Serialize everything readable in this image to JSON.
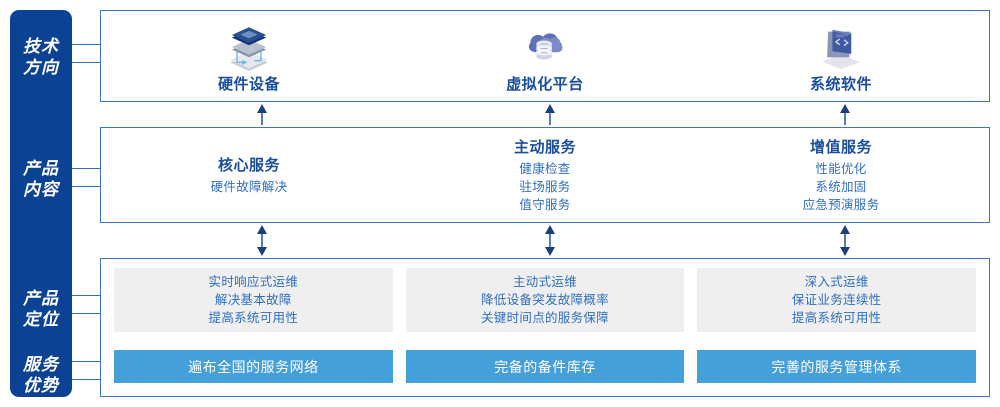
{
  "rail": {
    "items": [
      {
        "name": "tech-direction",
        "line1": "技术",
        "line2": "方向"
      },
      {
        "name": "product-content",
        "line1": "产品",
        "line2": "内容"
      },
      {
        "name": "product-position",
        "line1": "产品",
        "line2": "定位"
      },
      {
        "name": "service-advantage",
        "line1": "服务",
        "line2": "优势"
      }
    ]
  },
  "tech_row": {
    "columns": [
      {
        "icon": "server-stack-icon",
        "label": "硬件设备"
      },
      {
        "icon": "cloud-database-icon",
        "label": "虚拟化平台"
      },
      {
        "icon": "laptop-code-icon",
        "label": "系统软件"
      }
    ]
  },
  "content_row": {
    "columns": [
      {
        "title": "核心服务",
        "items": [
          "硬件故障解决"
        ]
      },
      {
        "title": "主动服务",
        "items": [
          "健康检查",
          "驻场服务",
          "值守服务"
        ]
      },
      {
        "title": "增值服务",
        "items": [
          "性能优化",
          "系统加固",
          "应急预演服务"
        ]
      }
    ]
  },
  "bottom_row": {
    "cards": [
      {
        "lines": [
          "实时响应式运维",
          "解决基本故障",
          "提高系统可用性"
        ]
      },
      {
        "lines": [
          "主动式运维",
          "降低设备突发故障概率",
          "关键时间点的服务保障"
        ]
      },
      {
        "lines": [
          "深入式运维",
          "保证业务连续性",
          "提高系统可用性"
        ]
      }
    ],
    "bars": [
      "遍布全国的服务网络",
      "完备的备件库存",
      "完善的服务管理体系"
    ]
  },
  "colors": {
    "rail_blue": "#0b4293",
    "border_blue": "#3a76c4",
    "title_blue": "#1b4f9c",
    "text_blue": "#2f6fc0",
    "bar_blue": "#459fd9",
    "card_gray": "#efeff0",
    "arrow_navy": "#1f3f7a"
  },
  "arrows": {
    "up_arrows": [
      "up",
      "up",
      "up"
    ],
    "double_arrows": [
      "up-down",
      "up-down",
      "up-down"
    ]
  }
}
